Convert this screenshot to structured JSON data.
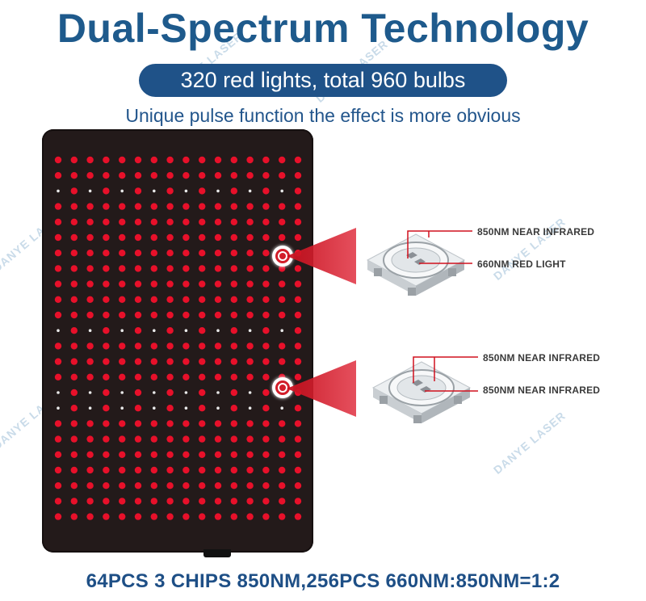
{
  "header": {
    "title": "Dual-Spectrum Technology",
    "pill": "320 red lights, total 960 bulbs",
    "subtitle": "Unique pulse function the effect is more obvious"
  },
  "callout_top": {
    "label_1": "850NM NEAR INFRARED",
    "label_2": "660NM RED LIGHT"
  },
  "callout_bottom": {
    "label_1": "850NM NEAR INFRARED",
    "label_2": "850NM NEAR INFRARED"
  },
  "footer": {
    "text": "64PCS 3 CHIPS 850NM,256PCS 660NM:850NM=1:2"
  },
  "watermark": "DANYE LASER",
  "colors": {
    "title": "#1e5a8c",
    "pill_bg": "#1f5288",
    "led_red": "#e8102a",
    "panel": "#231a1a"
  },
  "icons": [
    "pulse-target-icon",
    "smd-led-chip-icon"
  ]
}
